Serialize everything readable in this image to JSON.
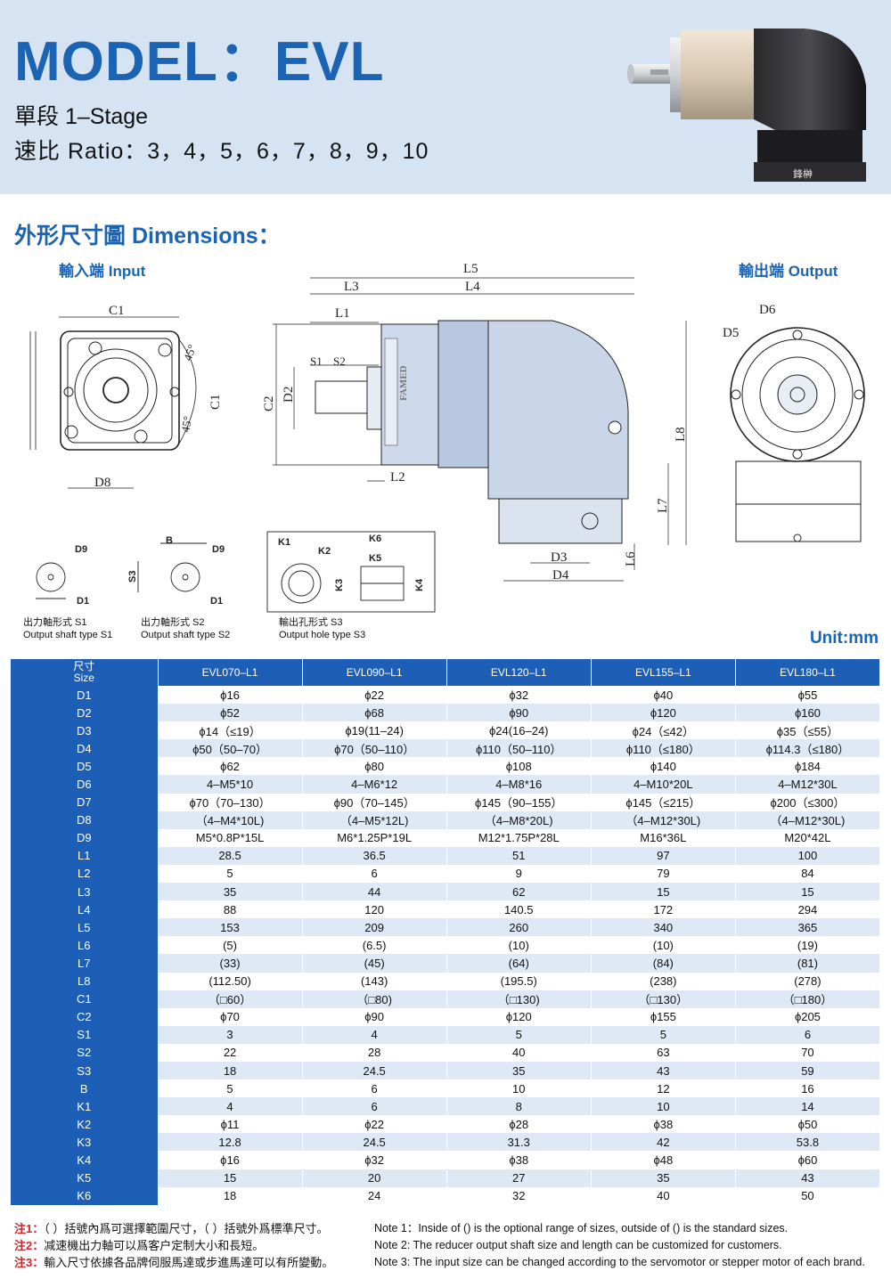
{
  "header": {
    "model": "MODEL：EVL",
    "stage": "單段 1–Stage",
    "ratio": "速比 Ratio：3，4，5，6，7，8，9，10"
  },
  "product_logo": "鋒榊",
  "dimensions_title": "外形尺寸圖 Dimensions：",
  "input_label": "輸入端 Input",
  "output_label": "輸出端 Output",
  "drawing_labels": {
    "C1": "C1",
    "C2": "C2",
    "D2": "D2",
    "D8": "D8",
    "D5": "D5",
    "D6": "D6",
    "L1": "L1",
    "L2": "L2",
    "L3": "L3",
    "L4": "L4",
    "L5": "L5",
    "L6": "L6",
    "L7": "L7",
    "L8": "L8",
    "S1": "S1",
    "S2": "S2",
    "D3": "D3",
    "D4": "D4",
    "angle": "45°",
    "D1": "D1",
    "D9": "D9",
    "S3": "S3",
    "B": "B",
    "K1": "K1",
    "K2": "K2",
    "K3": "K3",
    "K4": "K4",
    "K5": "K5",
    "K6": "K6",
    "brand": "FAMED"
  },
  "shaft_types": [
    {
      "zh": "出力軸形式 S1",
      "en": "Output shaft type S1"
    },
    {
      "zh": "出力軸形式 S2",
      "en": "Output shaft type S2"
    },
    {
      "zh": "輸出孔形式 S3",
      "en": "Output hole type S3"
    }
  ],
  "unit": "Unit:mm",
  "table": {
    "corner_zh": "尺寸",
    "corner_en": "Size",
    "columns": [
      "EVL070–L1",
      "EVL090–L1",
      "EVL120–L1",
      "EVL155–L1",
      "EVL180–L1"
    ],
    "rows": [
      {
        "label": "D1",
        "values": [
          "ϕ16",
          "ϕ22",
          "ϕ32",
          "ϕ40",
          "ϕ55"
        ]
      },
      {
        "label": "D2",
        "values": [
          "ϕ52",
          "ϕ68",
          "ϕ90",
          "ϕ120",
          "ϕ160"
        ]
      },
      {
        "label": "D3",
        "values": [
          "ϕ14（≤19）",
          "ϕ19(11–24)",
          "ϕ24(16–24)",
          "ϕ24（≤42）",
          "ϕ35（≤55）"
        ]
      },
      {
        "label": "D4",
        "values": [
          "ϕ50（50–70）",
          "ϕ70（50–110）",
          "ϕ110（50–110）",
          "ϕ110（≤180）",
          "ϕ114.3（≤180）"
        ]
      },
      {
        "label": "D5",
        "values": [
          "ϕ62",
          "ϕ80",
          "ϕ108",
          "ϕ140",
          "ϕ184"
        ]
      },
      {
        "label": "D6",
        "values": [
          "4–M5*10",
          "4–M6*12",
          "4–M8*16",
          "4–M10*20L",
          "4–M12*30L"
        ]
      },
      {
        "label": "D7",
        "values": [
          "ϕ70（70–130）",
          "ϕ90（70–145）",
          "ϕ145（90–155）",
          "ϕ145（≤215）",
          "ϕ200（≤300）"
        ]
      },
      {
        "label": "D8",
        "values": [
          "（4–M4*10L)",
          "（4–M5*12L)",
          "（4–M8*20L)",
          "（4–M12*30L)",
          "（4–M12*30L)"
        ]
      },
      {
        "label": "D9",
        "values": [
          "M5*0.8P*15L",
          "M6*1.25P*19L",
          "M12*1.75P*28L",
          "M16*36L",
          "M20*42L"
        ]
      },
      {
        "label": "L1",
        "values": [
          "28.5",
          "36.5",
          "51",
          "97",
          "100"
        ]
      },
      {
        "label": "L2",
        "values": [
          "5",
          "6",
          "9",
          "79",
          "84"
        ]
      },
      {
        "label": "L3",
        "values": [
          "35",
          "44",
          "62",
          "15",
          "15"
        ]
      },
      {
        "label": "L4",
        "values": [
          "88",
          "120",
          "140.5",
          "172",
          "294"
        ]
      },
      {
        "label": "L5",
        "values": [
          "153",
          "209",
          "260",
          "340",
          "365"
        ]
      },
      {
        "label": "L6",
        "values": [
          "(5)",
          "(6.5)",
          "(10)",
          "(10)",
          "(19)"
        ]
      },
      {
        "label": "L7",
        "values": [
          "(33)",
          "(45)",
          "(64)",
          "(84)",
          "(81)"
        ]
      },
      {
        "label": "L8",
        "values": [
          "(112.50)",
          "(143)",
          "(195.5)",
          "(238)",
          "(278)"
        ]
      },
      {
        "label": "C1",
        "values": [
          "（□60）",
          "（□80)",
          "（□130)",
          "（□130）",
          "（□180）"
        ]
      },
      {
        "label": "C2",
        "values": [
          "ϕ70",
          "ϕ90",
          "ϕ120",
          "ϕ155",
          "ϕ205"
        ]
      },
      {
        "label": "S1",
        "values": [
          "3",
          "4",
          "5",
          "5",
          "6"
        ]
      },
      {
        "label": "S2",
        "values": [
          "22",
          "28",
          "40",
          "63",
          "70"
        ]
      },
      {
        "label": "S3",
        "values": [
          "18",
          "24.5",
          "35",
          "43",
          "59"
        ]
      },
      {
        "label": "B",
        "values": [
          "5",
          "6",
          "10",
          "12",
          "16"
        ]
      },
      {
        "label": "K1",
        "values": [
          "4",
          "6",
          "8",
          "10",
          "14"
        ]
      },
      {
        "label": "K2",
        "values": [
          "ϕ11",
          "ϕ22",
          "ϕ28",
          "ϕ38",
          "ϕ50"
        ]
      },
      {
        "label": "K3",
        "values": [
          "12.8",
          "24.5",
          "31.3",
          "42",
          "53.8"
        ]
      },
      {
        "label": "K4",
        "values": [
          "ϕ16",
          "ϕ32",
          "ϕ38",
          "ϕ48",
          "ϕ60"
        ]
      },
      {
        "label": "K5",
        "values": [
          "15",
          "20",
          "27",
          "35",
          "43"
        ]
      },
      {
        "label": "K6",
        "values": [
          "18",
          "24",
          "32",
          "40",
          "50"
        ]
      }
    ]
  },
  "notes_zh": [
    {
      "tag": "注1：",
      "text": "（ ）括號內爲可選擇範圍尺寸，（ ）括號外爲標準尺寸。"
    },
    {
      "tag": "注2：",
      "text": "减速機出力軸可以爲客户定制大小和長短。"
    },
    {
      "tag": "注3：",
      "text": "輸入尺寸依據各品牌伺服馬達或步進馬達可以有所變動。"
    }
  ],
  "notes_en": [
    "Note 1：Inside of () is the optional range of sizes, outside of () is the standard sizes.",
    "Note 2: The reducer output shaft size and length can be customized for customers.",
    "Note 3: The input size can be changed according to the servomotor or stepper motor of each brand."
  ],
  "colors": {
    "brand_blue": "#1b64b4",
    "header_bg": "#d6e3f3",
    "table_header": "#1d5fb6",
    "row_alt": "#dfe9f5",
    "note_red": "#d0242b"
  }
}
